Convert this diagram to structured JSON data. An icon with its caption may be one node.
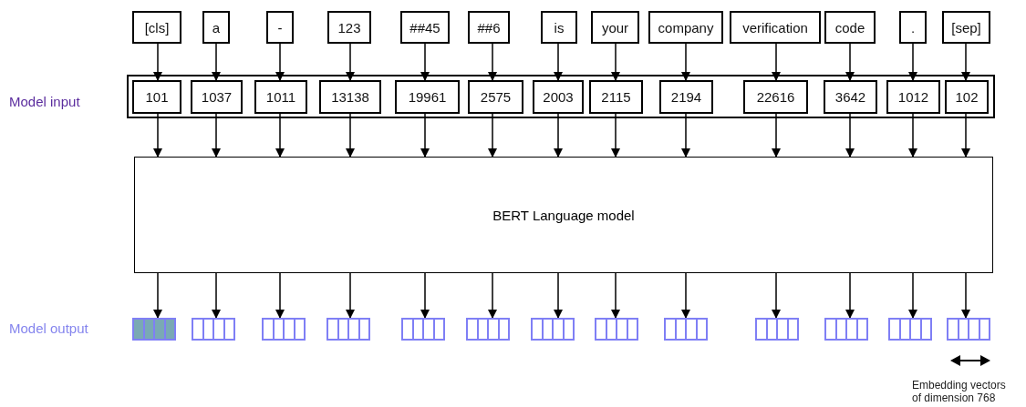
{
  "diagram": {
    "nodes": [
      {
        "text": [
          "[cls]"
        ]
      },
      {
        "text": [
          "a"
        ]
      },
      {
        "text": [
          "-"
        ]
      },
      {
        "text": [
          "123"
        ]
      },
      {
        "text": [
          "##45"
        ]
      },
      {
        "text": [
          "##6"
        ]
      },
      {
        "text": [
          "is"
        ]
      },
      {
        "text": [
          "your"
        ]
      },
      {
        "text": [
          "company"
        ]
      },
      {
        "text": [
          "verification"
        ]
      },
      {
        "text": [
          "code"
        ]
      },
      {
        "text": [
          "."
        ]
      },
      {
        "text": [
          "[sep]"
        ]
      },
      {
        "text": [],
        "shape": "box"
      },
      {
        "text": [
          "101"
        ],
        "in": 13
      },
      {
        "text": [
          "1037"
        ],
        "in": 13
      },
      {
        "text": [
          "1011"
        ],
        "in": 13
      },
      {
        "text": [
          "13138"
        ],
        "in": 13
      },
      {
        "text": [
          "19961"
        ],
        "in": 13
      },
      {
        "text": [
          "2575"
        ],
        "in": 13
      },
      {
        "text": [
          "2003"
        ],
        "in": 13
      },
      {
        "text": [
          "2115"
        ],
        "in": 13
      },
      {
        "text": [
          "2194"
        ],
        "in": 13
      },
      {
        "text": [
          "22616"
        ],
        "in": 13
      },
      {
        "text": [
          "3642"
        ],
        "in": 13
      },
      {
        "text": [
          "1012"
        ],
        "in": 13
      },
      {
        "text": [
          "102"
        ],
        "in": 13
      },
      {
        "text": [
          "BERT Language model"
        ]
      },
      {
        "text": [],
        "shape": "bar"
      },
      {
        "text": [],
        "shape": "bar"
      },
      {
        "text": [],
        "shape": "bar"
      },
      {
        "text": [],
        "shape": "bar"
      },
      {
        "text": [],
        "shape": "bar"
      },
      {
        "text": [],
        "shape": "bar"
      },
      {
        "text": [],
        "shape": "bar"
      },
      {
        "text": [],
        "shape": "bar"
      },
      {
        "text": [],
        "shape": "bar"
      },
      {
        "text": [],
        "shape": "bar"
      },
      {
        "text": [],
        "shape": "bar"
      },
      {
        "text": [],
        "shape": "bar"
      },
      {
        "text": [],
        "shape": "bar"
      }
    ],
    "edges": [
      {
        "from": 0,
        "to": 14,
        "arrow": "to"
      },
      {
        "from": 1,
        "to": 15,
        "arrow": "to"
      },
      {
        "from": 2,
        "to": 16,
        "arrow": "to"
      },
      {
        "from": 3,
        "to": 17,
        "arrow": "to"
      },
      {
        "from": 4,
        "to": 18,
        "arrow": "to"
      },
      {
        "from": 5,
        "to": 19,
        "arrow": "to"
      },
      {
        "from": 6,
        "to": 20,
        "arrow": "to"
      },
      {
        "from": 7,
        "to": 21,
        "arrow": "to"
      },
      {
        "from": 8,
        "to": 22,
        "arrow": "to"
      },
      {
        "from": 9,
        "to": 23,
        "arrow": "to"
      },
      {
        "from": 10,
        "to": 24,
        "arrow": "to"
      },
      {
        "from": 11,
        "to": 25,
        "arrow": "to"
      },
      {
        "from": 12,
        "to": 26,
        "arrow": "to"
      },
      {
        "from": 14,
        "to": 27,
        "arrow": "to"
      },
      {
        "from": 15,
        "to": 27,
        "arrow": "to"
      },
      {
        "from": 16,
        "to": 27,
        "arrow": "to"
      },
      {
        "from": 17,
        "to": 27,
        "arrow": "to"
      },
      {
        "from": 18,
        "to": 27,
        "arrow": "to"
      },
      {
        "from": 19,
        "to": 27,
        "arrow": "to"
      },
      {
        "from": 20,
        "to": 27,
        "arrow": "to"
      },
      {
        "from": 21,
        "to": 27,
        "arrow": "to"
      },
      {
        "from": 22,
        "to": 27,
        "arrow": "to"
      },
      {
        "from": 23,
        "to": 27,
        "arrow": "to"
      },
      {
        "from": 24,
        "to": 27,
        "arrow": "to"
      },
      {
        "from": 25,
        "to": 27,
        "arrow": "to"
      },
      {
        "from": 26,
        "to": 27,
        "arrow": "to"
      },
      {
        "from": 27,
        "to": 28,
        "arrow": "to"
      },
      {
        "from": 27,
        "to": 29,
        "arrow": "to"
      },
      {
        "from": 27,
        "to": 30,
        "arrow": "to"
      },
      {
        "from": 27,
        "to": 31,
        "arrow": "to"
      },
      {
        "from": 27,
        "to": 32,
        "arrow": "to"
      },
      {
        "from": 27,
        "to": 33,
        "arrow": "to"
      },
      {
        "from": 27,
        "to": 34,
        "arrow": "to"
      },
      {
        "from": 27,
        "to": 35,
        "arrow": "to"
      },
      {
        "from": 27,
        "to": 36,
        "arrow": "to"
      },
      {
        "from": 27,
        "to": 37,
        "arrow": "to"
      },
      {
        "from": 27,
        "to": 38,
        "arrow": "to"
      },
      {
        "from": 27,
        "to": 39,
        "arrow": "to"
      },
      {
        "from": 27,
        "to": 40,
        "arrow": "to"
      }
    ],
    "labels": [
      "Model input",
      "Model output",
      "Embedding vectors of dimension 768"
    ]
  }
}
